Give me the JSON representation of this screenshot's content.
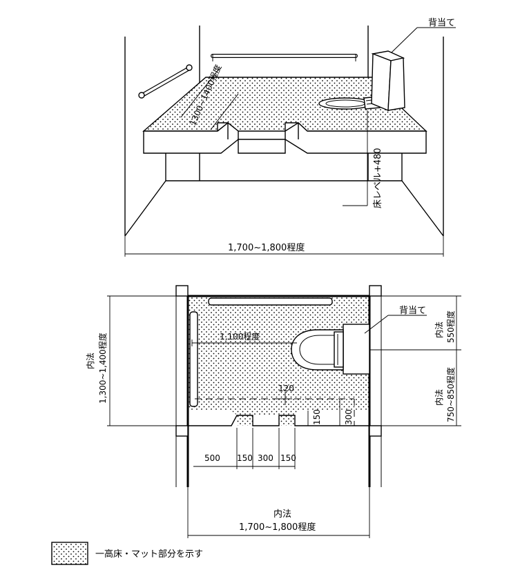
{
  "perspective": {
    "backrest_label": "背当て",
    "depth_label": "1300~1400程度",
    "floor_level_label": "床レベル+480",
    "width_label": "1,700~1,800程度"
  },
  "plan": {
    "backrest_label": "背当て",
    "right_upper_label_line1": "内法",
    "right_upper_label_line2": "550程度",
    "right_lower_label_line1": "内法",
    "right_lower_label_line2": "750~850程度",
    "left_label_line1": "内法",
    "left_label_line2": "1,300~1,400程度",
    "inner_length_label": "1,100程度",
    "dim_120": "120",
    "dim_150_v": "150",
    "dim_300_v": "300",
    "bottom_dims": [
      "500",
      "150",
      "300",
      "150"
    ],
    "bottom_label_line1": "内法",
    "bottom_label_line2": "1,700~1,800程度"
  },
  "legend": {
    "text": "一高床・マット部分を示す"
  }
}
